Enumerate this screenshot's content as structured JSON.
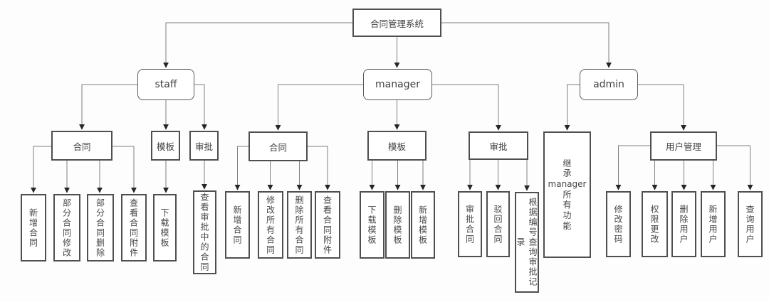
{
  "diagram": {
    "title": "合同管理系统",
    "roles": [
      {
        "label": "staff",
        "groups": [
          {
            "label": "合同",
            "leaves": [
              "新增合同",
              "部分合同修改",
              "部分合同删除",
              "查看合同附件"
            ]
          },
          {
            "label": "模板",
            "leaves": [
              "下载模板"
            ]
          },
          {
            "label": "审批",
            "leaves": [
              "查看审批中的合同"
            ]
          }
        ]
      },
      {
        "label": "manager",
        "groups": [
          {
            "label": "合同",
            "leaves": [
              "新增合同",
              "修改所有合同",
              "删除所有合同",
              "查看合同附件"
            ]
          },
          {
            "label": "模板",
            "leaves": [
              "下载模板",
              "删除模板",
              "新增模板"
            ]
          },
          {
            "label": "审批",
            "leaves": [
              "审批合同",
              "驳回合同",
              "根据编号查询审批记录"
            ]
          }
        ]
      },
      {
        "label": "admin",
        "inherit_note": "继\n承\nmanager\n所\n有\n功\n能",
        "groups": [
          {
            "label": "用户管理",
            "leaves": [
              "修改密码",
              "权限更改",
              "删除用户",
              "新增用户",
              "查询用户"
            ]
          }
        ]
      }
    ],
    "colors": {
      "line": "#7f7f7f",
      "arrow": "#262626",
      "box_border": "#4f4f4f",
      "text": "#3f3f3f"
    }
  }
}
